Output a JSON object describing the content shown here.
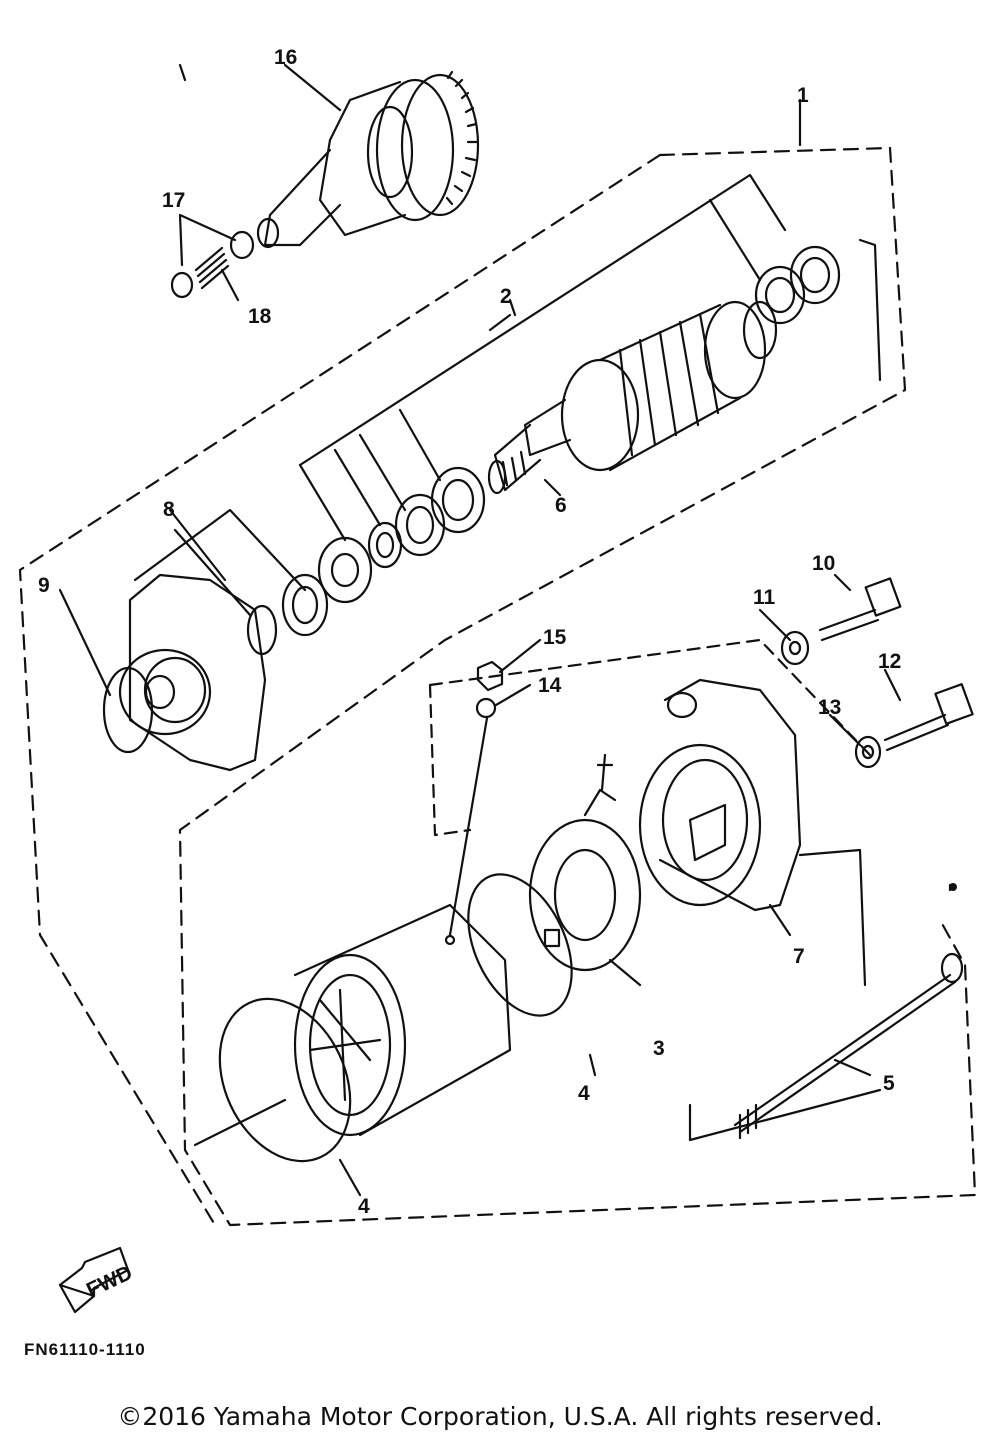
{
  "callouts": [
    "1",
    "2",
    "3",
    "4",
    "4",
    "5",
    "6",
    "7",
    "8",
    "9",
    "10",
    "11",
    "12",
    "13",
    "14",
    "15",
    "16",
    "17",
    "18"
  ],
  "fwd_label": "FWD",
  "diagram_code": "FN61110-1110",
  "copyright": "©2016 Yamaha Motor Corporation, U.S.A. All rights reserved."
}
